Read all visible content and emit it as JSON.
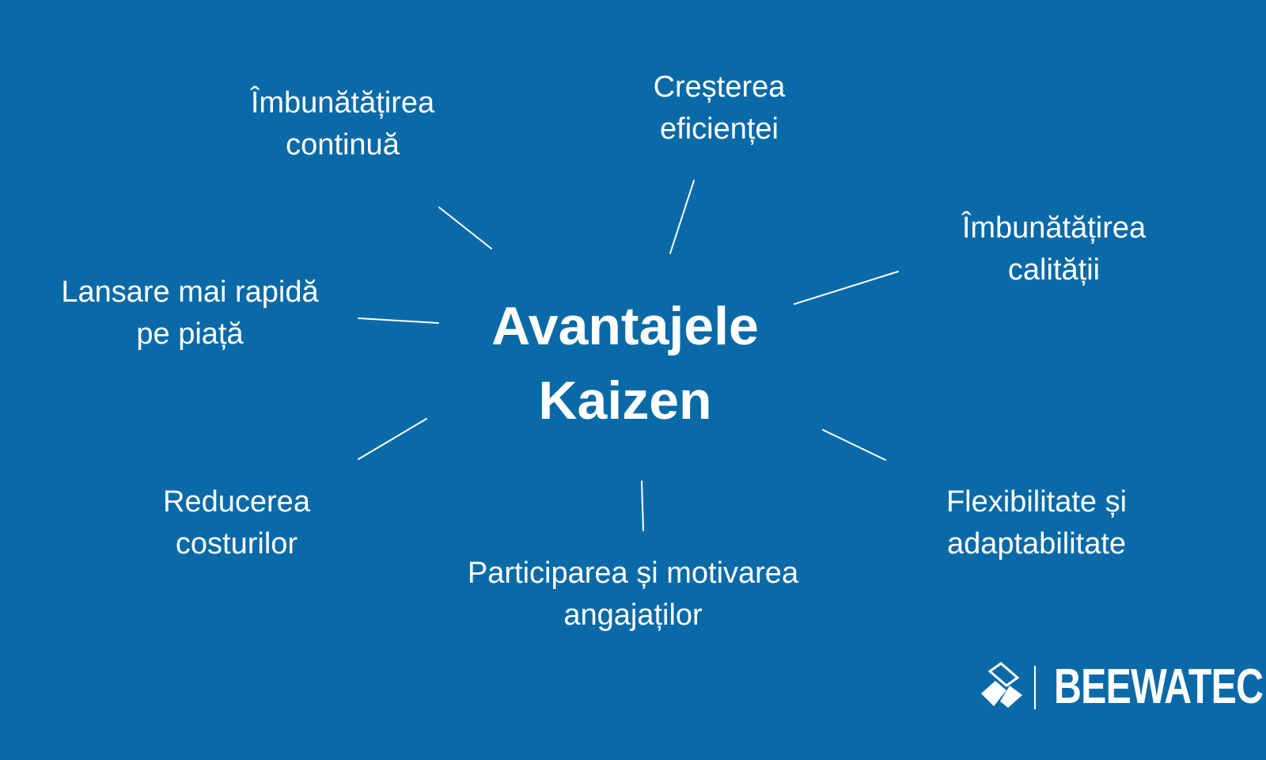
{
  "diagram": {
    "center": {
      "line1": "Avantajele",
      "line2": "Kaizen"
    },
    "benefits": [
      {
        "line1": "Îmbunătățirea",
        "line2": "continuă"
      },
      {
        "line1": "Creșterea",
        "line2": "eficienței"
      },
      {
        "line1": "Îmbunătățirea",
        "line2": "calității"
      },
      {
        "line1": "Lansare mai rapidă",
        "line2": "pe piață"
      },
      {
        "line1": "Reducerea",
        "line2": "costurilor"
      },
      {
        "line1": "Participarea și motivarea",
        "line2": "angajaților"
      },
      {
        "line1": "Flexibilitate și",
        "line2": "adaptabilitate"
      }
    ]
  },
  "brand": {
    "name": "BEEWATEC",
    "logo_icon": "beewatec-diamond-icon"
  },
  "colors": {
    "background": "#0a6aa7",
    "foreground": "#ffffff"
  }
}
